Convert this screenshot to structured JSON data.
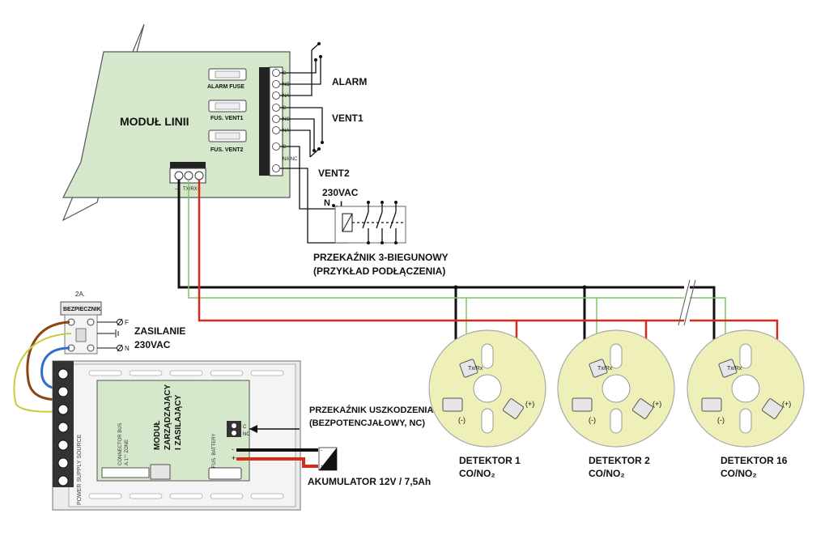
{
  "line_module": {
    "title": "MODUŁ LINII",
    "fuses": [
      "ALARM FUSE",
      "FUS. VENT1",
      "FUS. VENT2"
    ],
    "bus_terminal_labels": [
      "—",
      "TX/RX",
      "+"
    ],
    "relay_terminal_labels": [
      "C",
      "NC",
      "NA",
      "C",
      "NC",
      "NA",
      "C",
      "NA NC"
    ]
  },
  "outputs": {
    "alarm": "ALARM",
    "vent1": "VENT1",
    "vent2": "VENT2"
  },
  "relay": {
    "voltage": "230VAC",
    "n": "N",
    "l": "L",
    "title_line1": "PRZEKAŹNIK 3-BIEGUNOWY",
    "title_line2": "(PRZYKŁAD PODŁĄCZENIA)"
  },
  "mains": {
    "fuse_rating": "2A.",
    "fuse_label": "BEZPIECZNIK",
    "label_line1": "ZASILANIE",
    "label_line2": "230VAC",
    "terminal_f": "F",
    "terminal_n": "N"
  },
  "psu": {
    "side_label": "POWER SUPPLY SOURCE",
    "module_line1": "MODUŁ",
    "module_line2": "ZARZĄDZAJĄCY",
    "module_line3": "I ZASILAJĄCY",
    "connector_label": "CONNECTOR BUS",
    "connector_sub": "A.1°° ZONE",
    "battery_fuse": "FUS. BATTERY",
    "c_label": "C",
    "nc_label": "NC",
    "minus": "-",
    "plus": "+"
  },
  "fault_relay": {
    "line1": "PRZEKAŹNIK USZKODZENIA",
    "line2": "(BEZPOTENCJAŁOWY, NC)"
  },
  "battery": {
    "label": "AKUMULATOR 12V / 7,5Ah"
  },
  "detectors": [
    {
      "line1": "DETEKTOR 1",
      "line2": "CO/NO₂",
      "txrx": "Tx/Rx",
      "minus": "(-)",
      "plus": "(+)"
    },
    {
      "line1": "DETEKTOR 2",
      "line2": "CO/NO₂",
      "txrx": "Tx/Rx",
      "minus": "(-)",
      "plus": "(+)"
    },
    {
      "line1": "DETEKTOR 16",
      "line2": "CO/NO₂",
      "txrx": "Tx/Rx",
      "minus": "(-)",
      "plus": "(+)"
    }
  ],
  "colors": {
    "module_green": "#d6e8cb",
    "detector_yellow": "#eef0b8",
    "wire_black": "#111111",
    "wire_red": "#d62b1c",
    "wire_green": "#7fc46a",
    "wire_brown": "#8b4513",
    "wire_blue": "#2f6fc9",
    "wire_yellow_green": "#c8cc3a"
  }
}
